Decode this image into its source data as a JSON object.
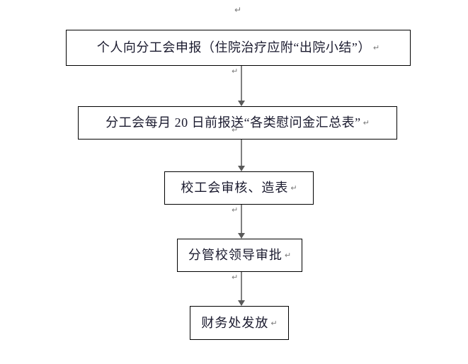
{
  "document": {
    "title": "慈善慈惠金发放流程图",
    "background_color": "#ffffff",
    "box_border_color": "#000000",
    "connector_color": "#808080",
    "text_color": "#1a1a2e",
    "mark_color": "#7a7a7a"
  },
  "marks": {
    "top_paragraph_mark": "↵",
    "return_glyph": "↵"
  },
  "flowchart": {
    "type": "vertical-process-flow",
    "direction": "top-to-bottom",
    "node_count": 5,
    "nodes": [
      {
        "id": "node-0",
        "step": 1,
        "label": "个人向分工会申报（住院治疗应附“出院小结”）",
        "shape": "rectangle"
      },
      {
        "id": "node-1",
        "step": 2,
        "label": "分工会每月 20 日前报送“各类慰问金汇总表”",
        "shape": "rectangle"
      },
      {
        "id": "node-2",
        "step": 3,
        "label": "校工会审核、造表",
        "shape": "rectangle"
      },
      {
        "id": "node-3",
        "step": 4,
        "label": "分管校领导审批",
        "shape": "rectangle"
      },
      {
        "id": "node-4",
        "step": 5,
        "label": "财务处发放",
        "shape": "rectangle"
      }
    ],
    "connectors": [
      {
        "id": "conn-0",
        "from": "node-0",
        "to": "node-1",
        "style": "straight-arrow-down"
      },
      {
        "id": "conn-1",
        "from": "node-1",
        "to": "node-2",
        "style": "straight-arrow-down"
      },
      {
        "id": "conn-2",
        "from": "node-2",
        "to": "node-3",
        "style": "straight-arrow-down"
      },
      {
        "id": "conn-3",
        "from": "node-3",
        "to": "node-4",
        "style": "straight-arrow-down"
      }
    ]
  }
}
